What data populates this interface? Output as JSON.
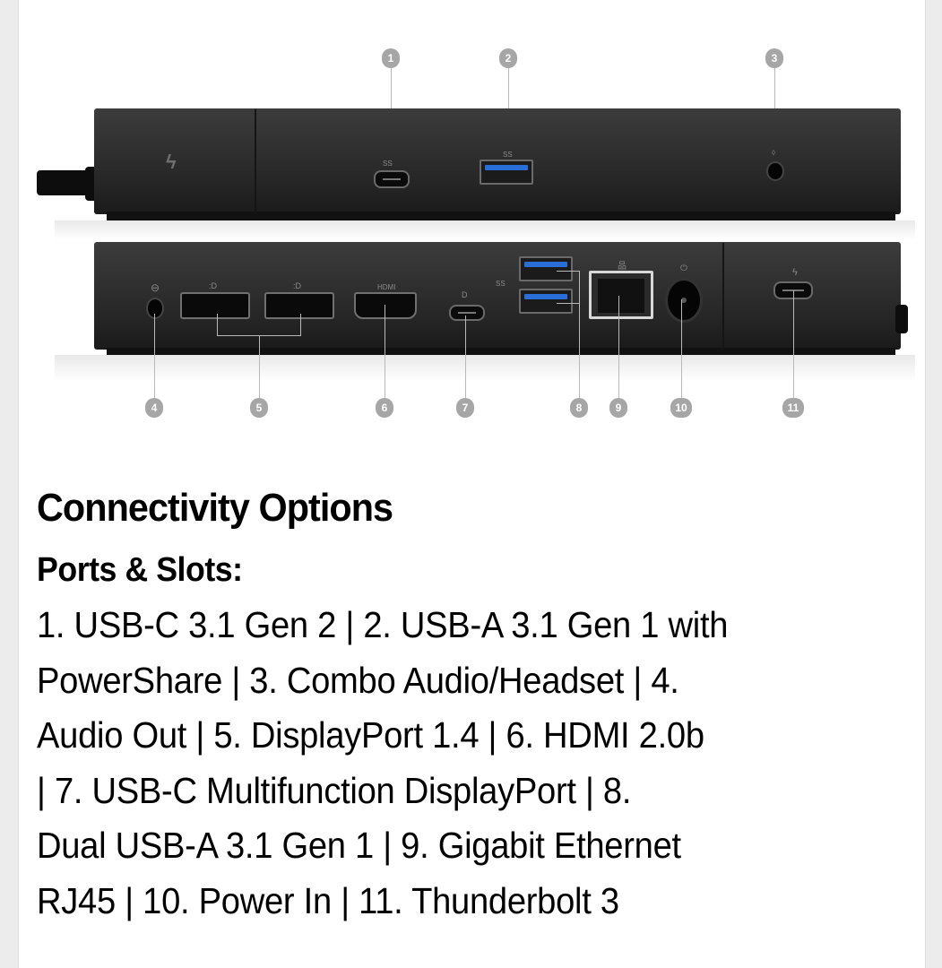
{
  "figure": {
    "alt": "Dell Thunderbolt dock front and rear port diagram",
    "callouts_top": [
      "1",
      "2",
      "3"
    ],
    "callouts_bottom": [
      "4",
      "5",
      "6",
      "7",
      "8",
      "9",
      "10",
      "11"
    ],
    "port_labels": {
      "usb_c_front": "SS",
      "usb_a_front": "SS",
      "hdmi": "HDMI",
      "usb_a_rear": "SS"
    },
    "accent_usb_blue": "#2a6fd8",
    "dock_color": "#262626",
    "callout_color": "#a6a6a6"
  },
  "section": {
    "title": "Connectivity Options",
    "subtitle": "Ports & Slots:",
    "lines": [
      "1. USB-C 3.1 Gen 2 | 2. USB-A 3.1 Gen 1 with",
      "PowerShare | 3. Combo Audio/Headset | 4.",
      "Audio Out | 5. DisplayPort 1.4 | 6. HDMI 2.0b",
      "| 7. USB-C Multifunction DisplayPort | 8.",
      "Dual USB-A 3.1 Gen 1 | 9. Gigabit Ethernet",
      "RJ45 | 10. Power In | 11. Thunderbolt 3"
    ],
    "ports": [
      {
        "number": 1,
        "name": "USB-C 3.1 Gen 2"
      },
      {
        "number": 2,
        "name": "USB-A 3.1 Gen 1 with PowerShare"
      },
      {
        "number": 3,
        "name": "Combo Audio/Headset"
      },
      {
        "number": 4,
        "name": "Audio Out"
      },
      {
        "number": 5,
        "name": "DisplayPort 1.4"
      },
      {
        "number": 6,
        "name": "HDMI 2.0b"
      },
      {
        "number": 7,
        "name": "USB-C Multifunction DisplayPort"
      },
      {
        "number": 8,
        "name": "Dual USB-A 3.1 Gen 1"
      },
      {
        "number": 9,
        "name": "Gigabit Ethernet RJ45"
      },
      {
        "number": 10,
        "name": "Power In"
      },
      {
        "number": 11,
        "name": "Thunderbolt 3"
      }
    ]
  }
}
